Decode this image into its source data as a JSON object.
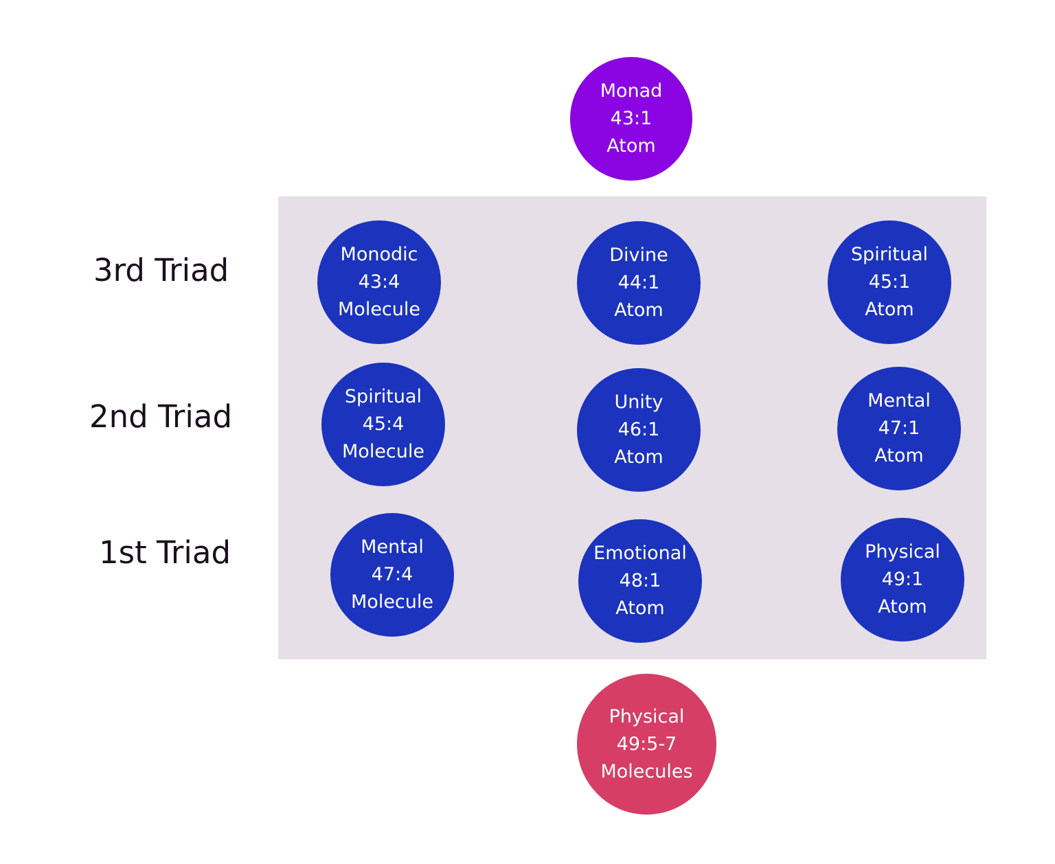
{
  "colors": {
    "background": "#ffffff",
    "panel": "#e6dfe7",
    "triad_node": "#1b33bd",
    "monad_node": "#8a05e1",
    "physical_node": "#d63e66",
    "label_text": "#1a0f1c",
    "node_text": "#ffffff"
  },
  "top_node": {
    "line1": "Monad",
    "line2": "43:1",
    "line3": "Atom"
  },
  "bottom_node": {
    "line1": "Physical",
    "line2": "49:5-7",
    "line3": "Molecules"
  },
  "rows": [
    {
      "label": "3rd Triad",
      "nodes": [
        {
          "line1": "Monodic",
          "line2": "43:4",
          "line3": "Molecule"
        },
        {
          "line1": "Divine",
          "line2": "44:1",
          "line3": "Atom"
        },
        {
          "line1": "Spiritual",
          "line2": "45:1",
          "line3": "Atom"
        }
      ]
    },
    {
      "label": "2nd Triad",
      "nodes": [
        {
          "line1": "Spiritual",
          "line2": "45:4",
          "line3": "Molecule"
        },
        {
          "line1": "Unity",
          "line2": "46:1",
          "line3": "Atom"
        },
        {
          "line1": "Mental",
          "line2": "47:1",
          "line3": "Atom"
        }
      ]
    },
    {
      "label": "1st Triad",
      "nodes": [
        {
          "line1": "Mental",
          "line2": "47:4",
          "line3": "Molecule"
        },
        {
          "line1": "Emotional",
          "line2": "48:1",
          "line3": "Atom"
        },
        {
          "line1": "Physical",
          "line2": "49:1",
          "line3": "Atom"
        }
      ]
    }
  ]
}
